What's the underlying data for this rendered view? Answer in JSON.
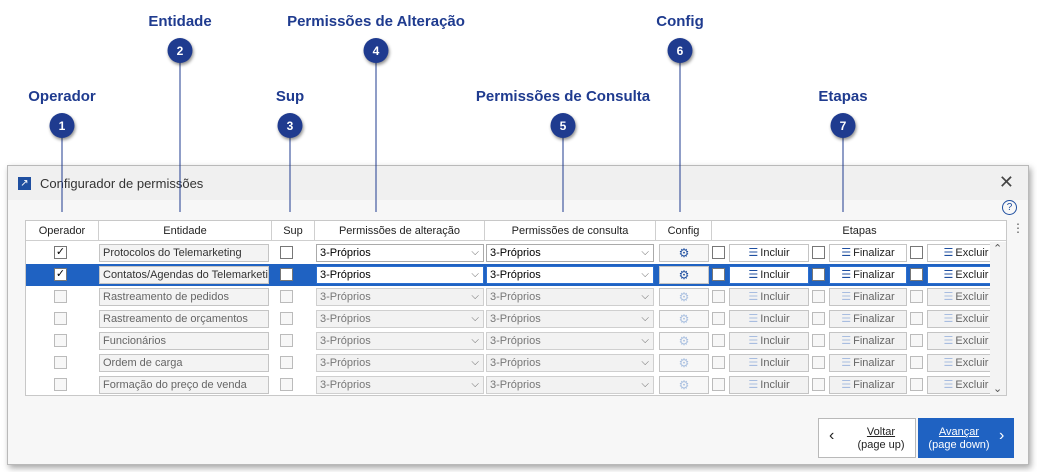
{
  "callouts": [
    {
      "title": "Entidade",
      "number": "2"
    },
    {
      "title": "Permissões de Alteração",
      "number": "4"
    },
    {
      "title": "Config",
      "number": "6"
    },
    {
      "title": "Operador",
      "number": "1"
    },
    {
      "title": "Sup",
      "number": "3"
    },
    {
      "title": "Permissões de Consulta",
      "number": "5"
    },
    {
      "title": "Etapas",
      "number": "7"
    }
  ],
  "dialog": {
    "title": "Configurador de permissões",
    "close_glyph": "✕",
    "help_glyph": "?",
    "kebab_glyph": "⋮"
  },
  "columns": {
    "operador": "Operador",
    "entidade": "Entidade",
    "sup": "Sup",
    "alteracao": "Permissões de alteração",
    "consulta": "Permissões de consulta",
    "config": "Config",
    "etapas": "Etapas"
  },
  "step_labels": {
    "incluir": "Incluir",
    "finalizar": "Finalizar",
    "excluir": "Excluir"
  },
  "rows": [
    {
      "operador": true,
      "entidade": "Protocolos do Telemarketing",
      "sup": false,
      "alteracao": "3-Próprios",
      "consulta": "3-Próprios",
      "state": "enabled"
    },
    {
      "operador": true,
      "entidade": "Contatos/Agendas do Telemarketing",
      "sup": false,
      "alteracao": "3-Próprios",
      "consulta": "3-Próprios",
      "state": "selected"
    },
    {
      "operador": false,
      "entidade": "Rastreamento de pedidos",
      "sup": false,
      "alteracao": "3-Próprios",
      "consulta": "3-Próprios",
      "state": "disabled"
    },
    {
      "operador": false,
      "entidade": "Rastreamento de orçamentos",
      "sup": false,
      "alteracao": "3-Próprios",
      "consulta": "3-Próprios",
      "state": "disabled"
    },
    {
      "operador": false,
      "entidade": "Funcionários",
      "sup": false,
      "alteracao": "3-Próprios",
      "consulta": "3-Próprios",
      "state": "disabled"
    },
    {
      "operador": false,
      "entidade": "Ordem de carga",
      "sup": false,
      "alteracao": "3-Próprios",
      "consulta": "3-Próprios",
      "state": "disabled"
    },
    {
      "operador": false,
      "entidade": "Formação do preço de venda",
      "sup": false,
      "alteracao": "3-Próprios",
      "consulta": "3-Próprios",
      "state": "disabled"
    }
  ],
  "nav": {
    "back_line1": "Voltar",
    "back_line2": "(page up)",
    "next_line1": "Avançar",
    "next_line2": "(page down)"
  },
  "colors": {
    "accent": "#1f3b8f",
    "selection": "#1f62c2"
  },
  "icons": {
    "config": "gear-icon",
    "step": "checklist-icon",
    "dropdown": "chevron-down-icon"
  }
}
